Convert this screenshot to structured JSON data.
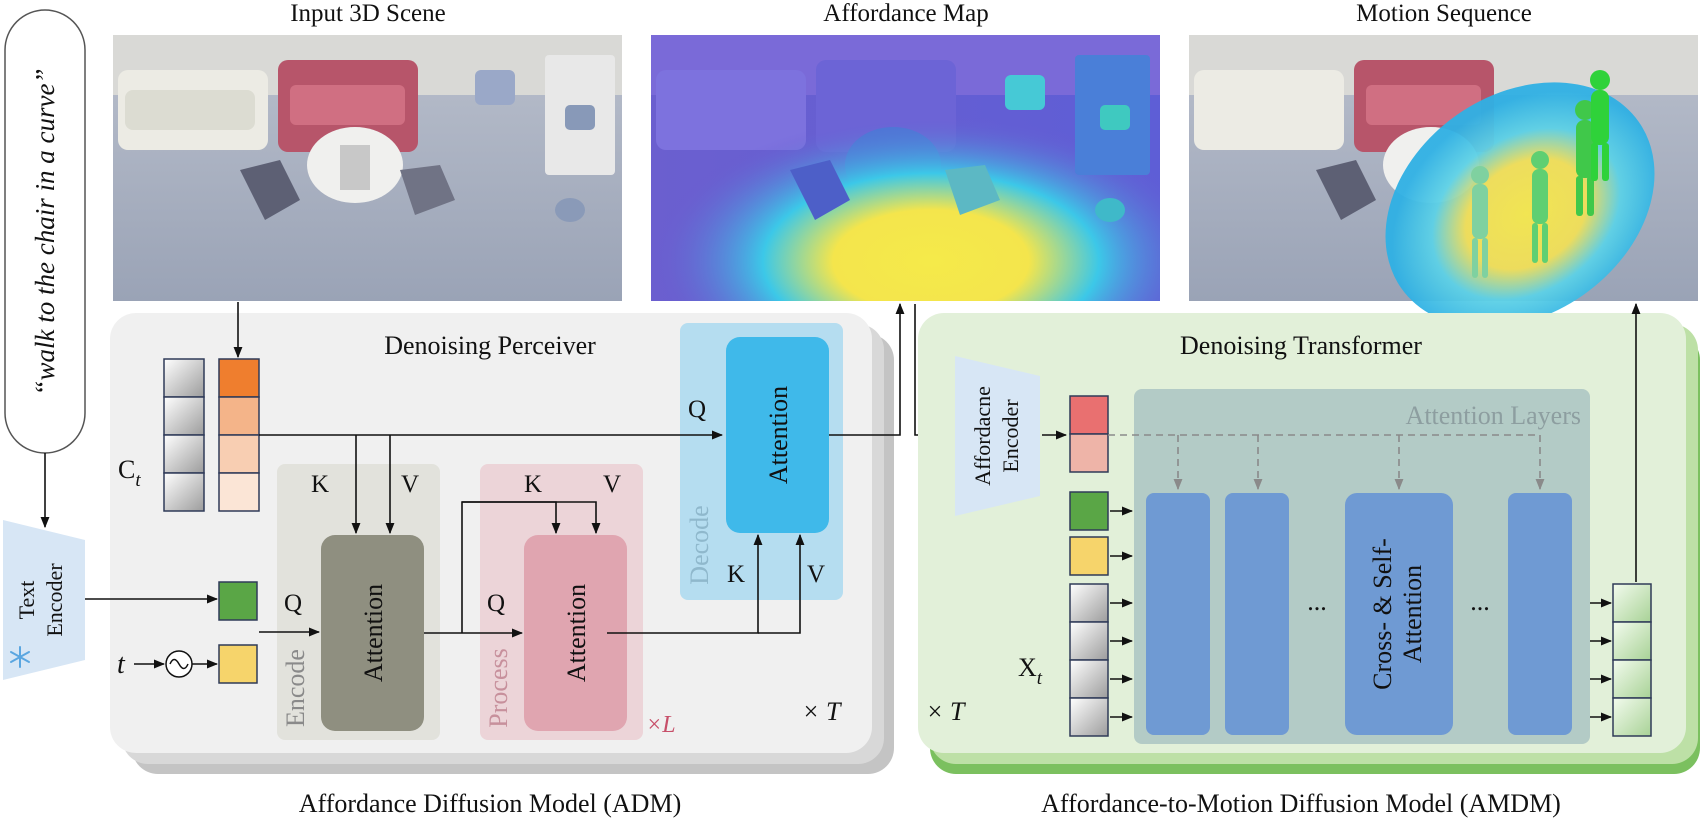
{
  "panels": {
    "scene_title": "Input 3D Scene",
    "affordance_title": "Affordance Map",
    "motion_title": "Motion Sequence"
  },
  "prompt": "“walk to the chair in a curve”",
  "text_encoder": {
    "line1": "Text",
    "line2": "Encoder"
  },
  "timestep": "t",
  "adm": {
    "title": "Denoising Perceiver",
    "caption": "Affordance Diffusion Model (ADM)",
    "ct_label_main": "C",
    "ct_label_sub": "t",
    "encode_label": "Encode",
    "process_label": "Process",
    "decode_label": "Decode",
    "attention_label": "Attention",
    "k": "K",
    "v": "V",
    "q": "Q",
    "times_L": "×L",
    "times_T": "× T"
  },
  "amdm": {
    "title": "Denoising Transformer",
    "caption": "Affordance-to-Motion Diffusion Model (AMDM)",
    "aff_encoder_line1": "Affordacne",
    "aff_encoder_line2": "Encoder",
    "attention_layers": "Attention Layers",
    "cross_self_line1": "Cross- & Self-",
    "cross_self_line2": "Attention",
    "dots": "...",
    "xt_main": "X",
    "xt_sub": "t",
    "times_T": "× T"
  },
  "colors": {
    "adm_bg": "#f0f0f0",
    "amdm_bg": "#e2f0d9",
    "encode_box": "#8f8f80",
    "process_box": "#e0a5b0",
    "decode_box": "#3fb9ea",
    "layer_box": "#6f9ad3",
    "orange": "#ef7e2e",
    "green": "#5aa646",
    "yellow": "#f6d46b",
    "red": "#e97070"
  }
}
